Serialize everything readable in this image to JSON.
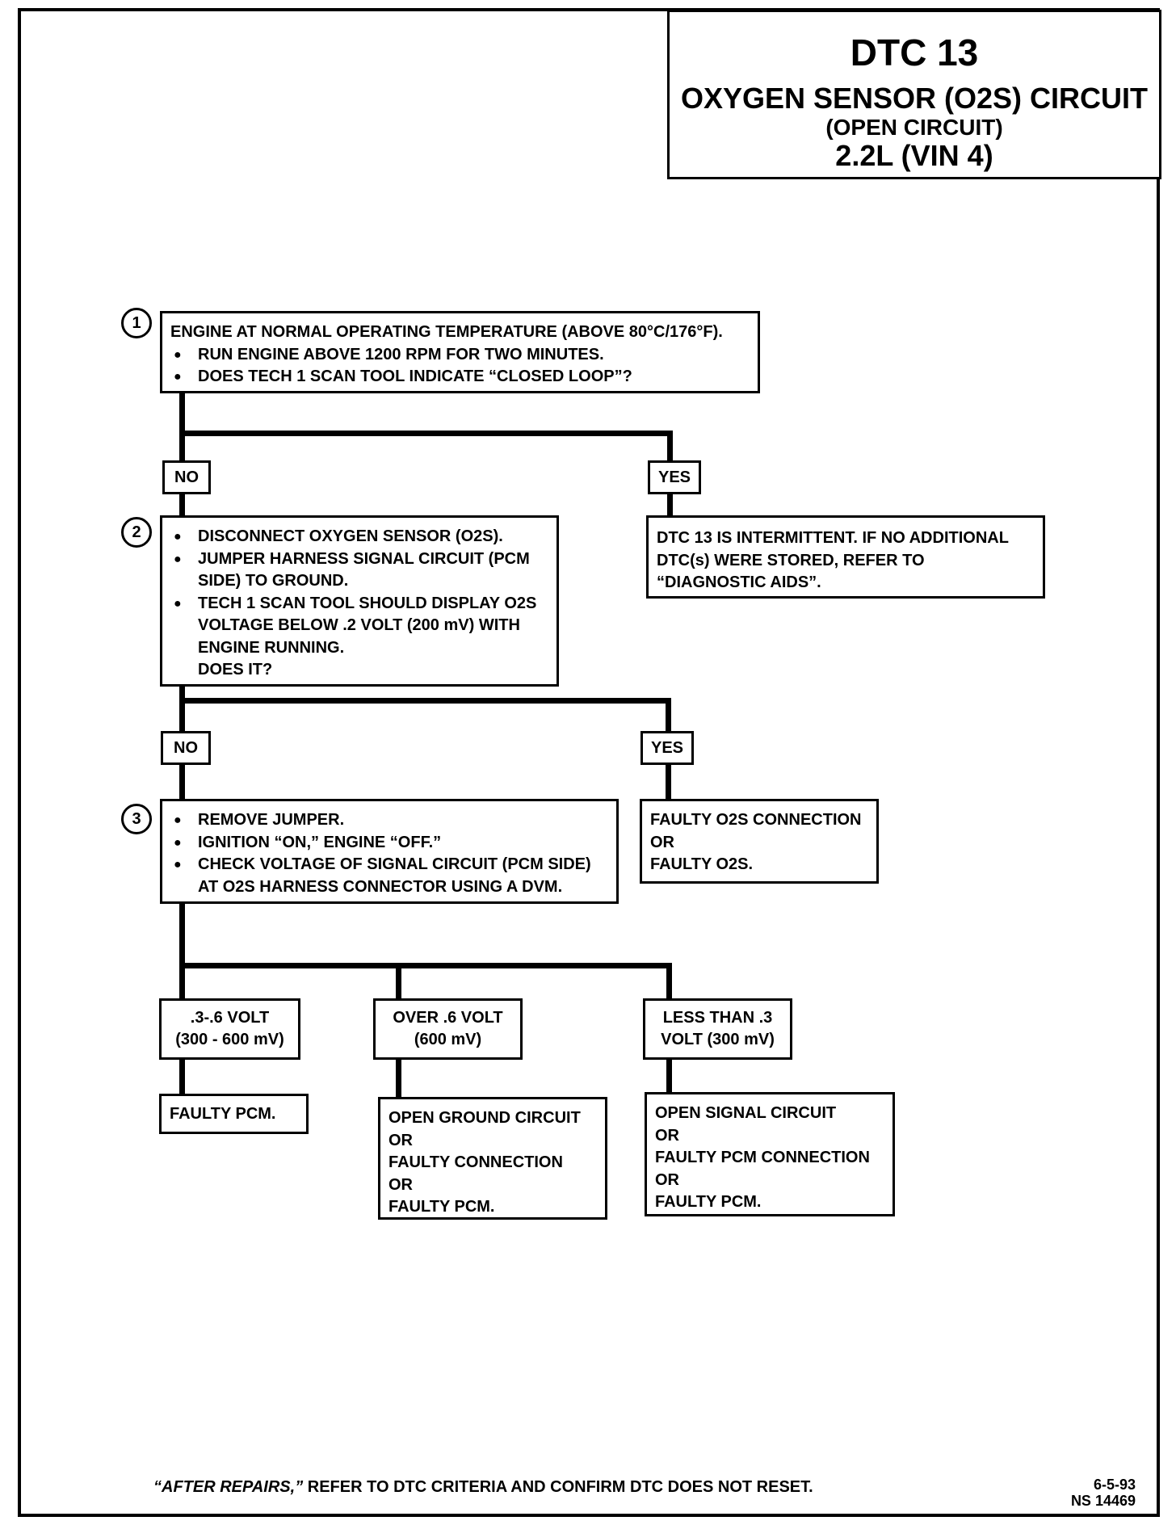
{
  "header": {
    "code": "DTC 13",
    "title": "OXYGEN SENSOR (O2S) CIRCUIT",
    "subtitle": "(OPEN CIRCUIT)",
    "engine": "2.2L  (VIN 4)"
  },
  "steps": [
    {
      "number": "1",
      "lead": "ENGINE AT NORMAL OPERATING TEMPERATURE (ABOVE 80°C/176°F).",
      "bullets": [
        "RUN ENGINE ABOVE 1200 RPM FOR TWO MINUTES.",
        "DOES TECH 1 SCAN TOOL INDICATE “CLOSED LOOP”?"
      ]
    },
    {
      "number": "2",
      "bullets": [
        "DISCONNECT OXYGEN SENSOR (O2S).",
        "JUMPER HARNESS SIGNAL CIRCUIT (PCM SIDE) TO GROUND.",
        "TECH 1 SCAN TOOL SHOULD DISPLAY O2S VOLTAGE BELOW .2  VOLT (200 mV) WITH ENGINE RUNNING."
      ],
      "question": "DOES IT?"
    },
    {
      "number": "3",
      "bullets": [
        "REMOVE JUMPER.",
        "IGNITION “ON,”  ENGINE  “OFF.”",
        "CHECK VOLTAGE OF SIGNAL CIRCUIT (PCM SIDE) AT  O2S HARNESS CONNECTOR USING A DVM."
      ]
    }
  ],
  "branches": {
    "no": "NO",
    "yes": "YES"
  },
  "results": {
    "yes1": "DTC 13 IS INTERMITTENT.  IF NO ADDITIONAL DTC(s) WERE STORED, REFER TO “DIAGNOSTIC AIDS”.",
    "yes2_lines": [
      "FAULTY O2S CONNECTION",
      "OR",
      "FAULTY O2S."
    ],
    "ranges": [
      {
        "label_lines": [
          ".3-.6 VOLT",
          "(300 - 600 mV)"
        ],
        "result_lines": [
          "FAULTY PCM."
        ]
      },
      {
        "label_lines": [
          "OVER .6  VOLT",
          "(600 mV)"
        ],
        "result_lines": [
          "OPEN GROUND CIRCUIT",
          "OR",
          "FAULTY CONNECTION",
          "OR",
          "FAULTY PCM."
        ]
      },
      {
        "label_lines": [
          "LESS THAN .3",
          "VOLT  (300 mV)"
        ],
        "result_lines": [
          "OPEN SIGNAL CIRCUIT",
          "OR",
          "FAULTY PCM CONNECTION",
          "OR",
          "FAULTY PCM."
        ]
      }
    ]
  },
  "footer": {
    "emphasis": "“AFTER REPAIRS,”",
    "text": " REFER TO DTC CRITERIA AND CONFIRM DTC DOES NOT RESET.",
    "date": "6-5-93",
    "doc_no": "NS 14469"
  }
}
